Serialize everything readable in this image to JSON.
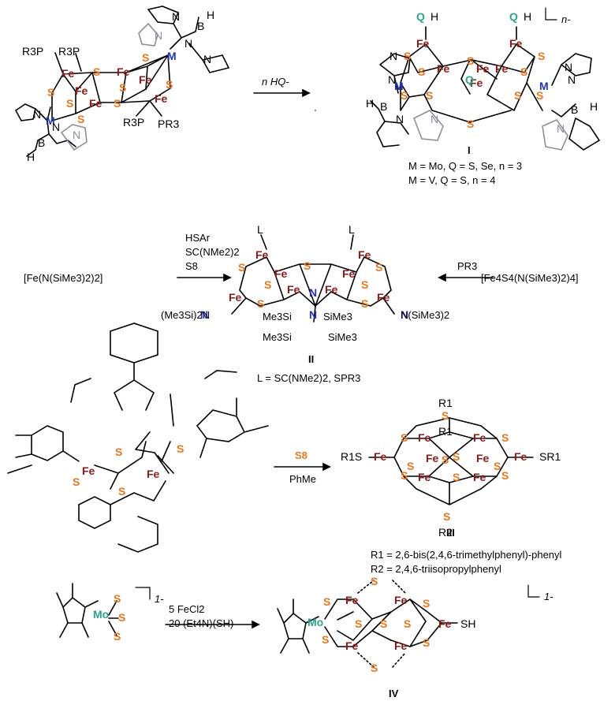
{
  "title": "",
  "colors": {
    "fe": "#8b1a1a",
    "s": "#e8771e",
    "n": "#2233bb",
    "q": "#2ea38a",
    "m": "#2b2fa8",
    "mo": "#2ea38a",
    "grey_ring": "#8a8f99"
  },
  "atoms": {
    "fe": "Fe",
    "s": "S",
    "n": "N",
    "b": "B",
    "h": "H",
    "m": "M",
    "q": "Q",
    "mo": "Mo",
    "l": "L",
    "r3p": "R3P",
    "pr3": "PR3",
    "sh": "SH",
    "qh": "QH",
    "r1s": "R1S",
    "sr1": "SR1",
    "r1": "R1",
    "r2": "R2"
  },
  "scheme1": {
    "arrow_label": "n HQ-",
    "charge": "n-",
    "compound_label": "I",
    "caption_line1": "M = Mo, Q = S, Se, n = 3",
    "caption_line2": "M = V, Q = S, n = 4"
  },
  "scheme2": {
    "left_reagent": "[Fe(N(SiMe3)2)2]",
    "reagents": [
      "HSAr",
      "SC(NMe2)2",
      "S8"
    ],
    "right_reagent": "[Fe4S4(N(SiMe3)2)4]",
    "right_arrow_label": "PR3",
    "left_amide": "(Me3Si)2N",
    "right_amide": "N(SiMe3)2",
    "bridge_labels": [
      "Me3Si",
      "SiMe3",
      "Me3Si",
      "SiMe3"
    ],
    "compound_label": "II",
    "caption": "L = SC(NMe2)2, SPR3"
  },
  "scheme3": {
    "arrow_top": "S8",
    "arrow_bottom": "PhMe",
    "compound_label": "III",
    "caption_line1": "R1 = 2,6-bis(2,4,6-trimethylphenyl)-phenyl",
    "caption_line2": "R2 = 2,4,6-triisopropylphenyl"
  },
  "scheme4": {
    "reagent_line1": "5 FeCl2",
    "reagent_line2": "20 (Et4N)(SH)",
    "charge": "1-",
    "compound_label": "IV"
  }
}
